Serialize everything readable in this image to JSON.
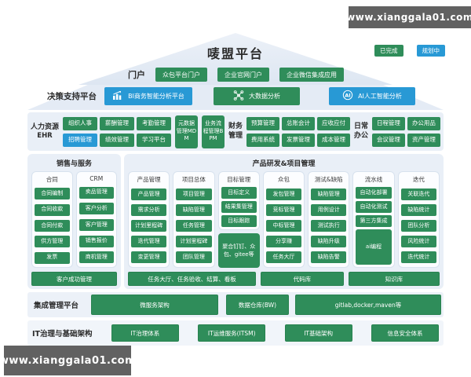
{
  "watermark": {
    "top": "www.xianggala01.com",
    "bottom": "www.xianggala01.com"
  },
  "title": "唛盟平台",
  "legend": {
    "done": "已完成",
    "planning": "规划中"
  },
  "colors": {
    "completed": "#2f8d5a",
    "planning": "#2899d5"
  },
  "portal": {
    "label": "门户",
    "items": [
      "众包平台门户",
      "企业官网门户",
      "企业微信集成应用"
    ]
  },
  "decision": {
    "label": "决策支持平台",
    "items": [
      {
        "label": "BI商务智能分析平台",
        "icon": "bar-chart-icon",
        "status": "planning"
      },
      {
        "label": "大数据分析",
        "icon": "network-icon",
        "status": "completed"
      },
      {
        "label": "AI人工智能分析",
        "icon": "ai-icon",
        "status": "planning"
      }
    ]
  },
  "ehr": {
    "title": "人力资源",
    "subtitle": "EHR",
    "items": [
      "组织人事",
      "薪酬管理",
      "考勤管理",
      {
        "label": "招聘管理",
        "variant": "blue"
      },
      "绩效管理",
      "学习平台"
    ]
  },
  "mdm": {
    "label": "元数据管理MDM"
  },
  "bpm": {
    "label": "业务流程管理BPM"
  },
  "finance": {
    "title": "财务",
    "subtitle": "管理",
    "items": [
      "预算管理",
      "总账会计",
      "应收应付",
      "费用系统",
      "发票管理",
      "成本管理"
    ]
  },
  "daily": {
    "title": "日常",
    "subtitle": "办公",
    "items": [
      "日程管理",
      "办公用品",
      "会议管理",
      "资产管理"
    ]
  },
  "sales": {
    "title": "销售与服务",
    "columns": [
      {
        "header": "合同",
        "items": [
          "合同编制",
          "合同收款",
          "合同付款",
          "供方管理",
          "发票"
        ]
      },
      {
        "header": "CRM",
        "items": [
          "卖品管理",
          "客户分析",
          "客户管理",
          "销售报价",
          "商机管理"
        ]
      }
    ],
    "footer": "客户成功管理"
  },
  "product": {
    "title": "产品研发&项目管理",
    "columns": [
      {
        "header": "产品管理",
        "items": [
          "产品管理",
          "需求分析",
          "计划里程碑",
          "迭代管理",
          "变更管理"
        ]
      },
      {
        "header": "项目总体",
        "items": [
          "项目管理",
          "缺陷管理",
          "任务管理",
          "计划里程碑",
          "团队管理"
        ]
      },
      {
        "header": "目标管理",
        "items": [
          "目标定义",
          "结果集管理",
          "目标跟踪"
        ],
        "extra": "聚合钉钉、众包、gitee等"
      },
      {
        "header": "众包",
        "items": [
          "发包管理",
          "竞标管理",
          "中标管理",
          "分享赚",
          "任务大厅"
        ]
      },
      {
        "header": "测试&缺陷",
        "items": [
          "缺陷管理",
          "用例设计",
          "测试执行",
          "缺陷升级",
          "缺陷告警"
        ]
      },
      {
        "header": "流水线",
        "items": [
          "自动化部署",
          "自动化测试",
          "第三方集成",
          {
            "label": "ai编程",
            "variant": "grow"
          }
        ]
      },
      {
        "header": "迭代",
        "items": [
          "关联迭代",
          "缺陷统计",
          "团队分析",
          "风险统计",
          "迭代统计"
        ]
      }
    ],
    "footers": [
      "任务大厅、任务验收、结算、看板",
      "代码库",
      "知识库"
    ]
  },
  "integration": {
    "label": "集成管理平台",
    "items": [
      "微服务架构",
      "数据仓库(BW)",
      "gitlab,docker,maven等"
    ]
  },
  "itgov": {
    "label": "IT治理与基础架构",
    "items": [
      "IT治理体系",
      "IT运维服务(ITSM)",
      "IT基础架构",
      "信息安全体系"
    ]
  }
}
